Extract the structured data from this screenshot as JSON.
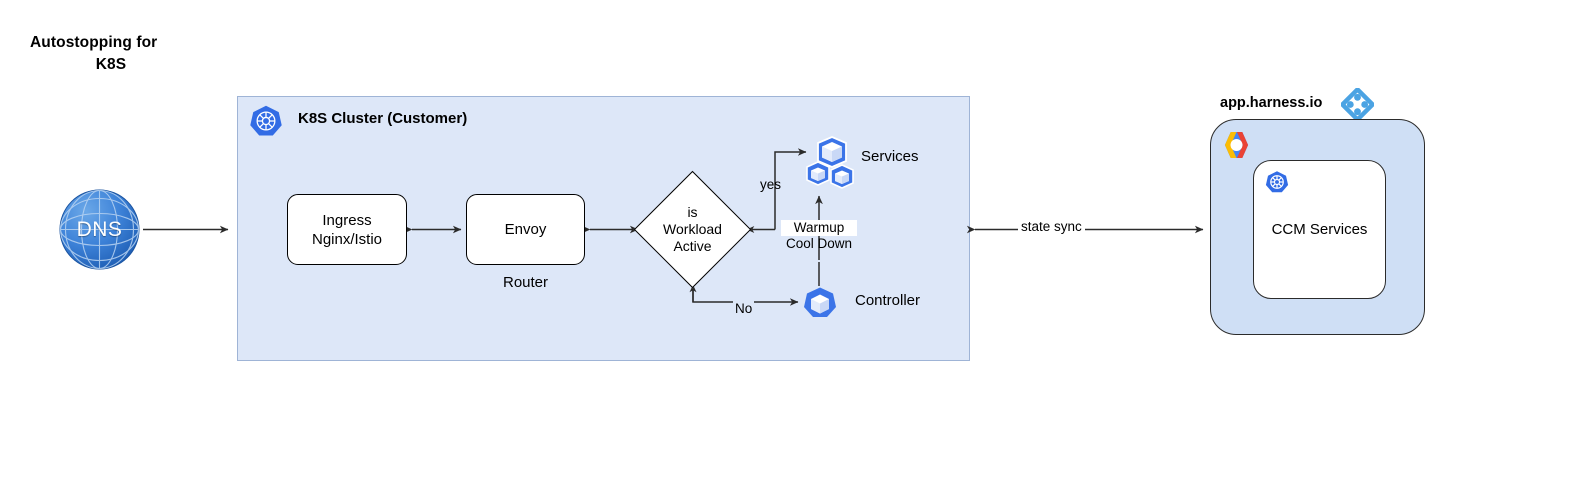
{
  "diagram": {
    "title_line1": "Autostopping for",
    "title_line2": "K8S",
    "cluster": {
      "label": "K8S Cluster (Customer)",
      "icon": "kubernetes-icon",
      "fill_color": "#dde7f8",
      "border_color": "#9fb4d6"
    },
    "nodes": {
      "dns": {
        "label": "DNS",
        "icon": "globe-icon",
        "color": "#2e74c8"
      },
      "ingress": {
        "label_line1": "Ingress",
        "label_line2": "Nginx/Istio"
      },
      "envoy": {
        "label": "Envoy",
        "sublabel": "Router"
      },
      "decision": {
        "line1": "is",
        "line2": "Workload",
        "line3": "Active"
      },
      "services": {
        "label": "Services",
        "icon": "kubernetes-services-icon"
      },
      "controller": {
        "label": "Controller",
        "icon": "kubernetes-pod-icon"
      }
    },
    "edge_labels": {
      "yes": "yes",
      "no": "No",
      "warmup_line1": "Warmup",
      "warmup_line2": "Cool Down",
      "state_sync": "state sync"
    },
    "harness": {
      "label": "app.harness.io",
      "logo": "harness-logo",
      "cloud_logo": "gcp-logo",
      "inner_icon": "kubernetes-icon",
      "inner_label": "CCM Services",
      "outer_fill": "#cfdff5"
    }
  }
}
